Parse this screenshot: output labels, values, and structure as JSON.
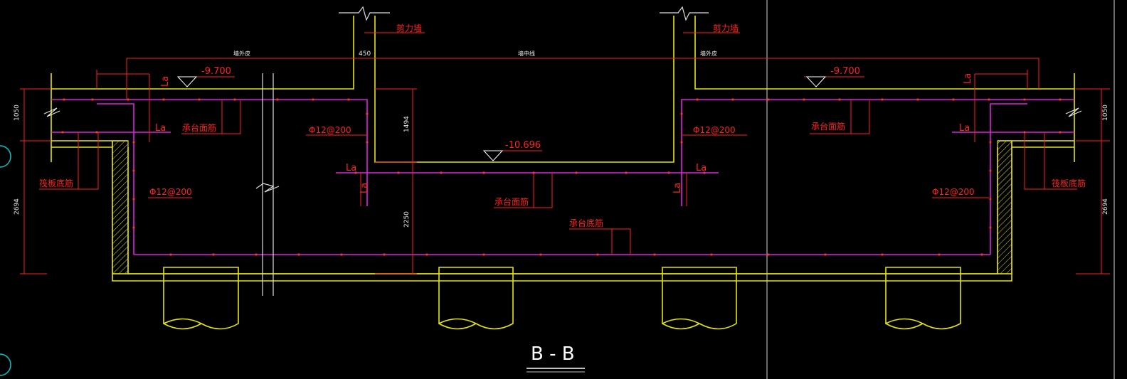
{
  "drawing": {
    "section_title": "B - B",
    "colors": {
      "background": "#000000",
      "concrete_outline": "#e6e600",
      "rebar": "#e020e0",
      "rebar_dots": "#ff3030",
      "dimension": "#ff2020",
      "annotation": "#ff2020",
      "white_lines": "#e0e0e0",
      "cyan_marks": "#00c8c8"
    },
    "labels": {
      "shear_wall_left": "剪力墙",
      "shear_wall_right": "剪力墙",
      "elev_top_left": "-9.700",
      "elev_top_right": "-9.700",
      "elev_pit": "-10.696",
      "cap_top_left": "承台面筋",
      "cap_top_right": "承台面筋",
      "cap_top_center": "承台面筋",
      "cap_bottom_center": "承台底筋",
      "raft_bottom_left": "筏板底筋",
      "raft_bottom_right": "筏板底筋",
      "rebar_spec_1": "Φ12@200",
      "rebar_spec_2": "Φ12@200",
      "rebar_spec_3": "Φ12@200",
      "rebar_spec_4": "Φ12@200",
      "la_1": "La",
      "la_2": "La",
      "la_3": "La",
      "la_4": "La",
      "la_5": "La",
      "la_6": "La",
      "la_7": "La",
      "la_8": "La",
      "wall_edge_left": "墙外皮",
      "wall_edge_center": "墙中线",
      "wall_edge_right": "墙外皮"
    },
    "dimensions": {
      "left_upper": "1050",
      "left_lower": "2694",
      "right_upper": "1050",
      "right_lower": "2694",
      "pit_upper": "1494",
      "pit_lower": "2250",
      "wall_gap": "450"
    }
  }
}
